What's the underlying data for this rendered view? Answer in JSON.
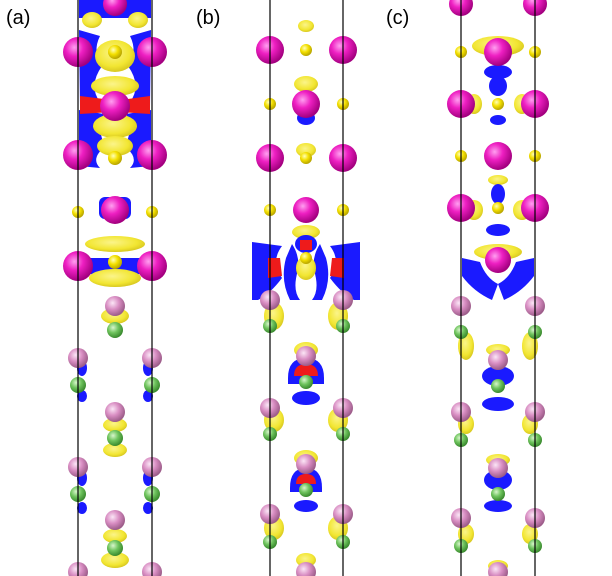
{
  "panels": [
    {
      "label": "(a)"
    },
    {
      "label": "(b)"
    },
    {
      "label": "(c)"
    }
  ],
  "colors": {
    "background": "#ffffff",
    "cell_line": "#000000",
    "atom_large": "#ee1fc2",
    "atom_medium": "#d98ec3",
    "atom_small_yellow": "#f4e000",
    "atom_small_green": "#6fc45e",
    "isosurface_positive": "#f2e632",
    "isosurface_negative": "#1a1aff",
    "isosurface_section": "#ee1b1b"
  },
  "legend_names": {
    "large": "magenta-atom",
    "medium": "pink-atom",
    "small_yellow": "yellow-atom",
    "small_green": "green-atom"
  }
}
